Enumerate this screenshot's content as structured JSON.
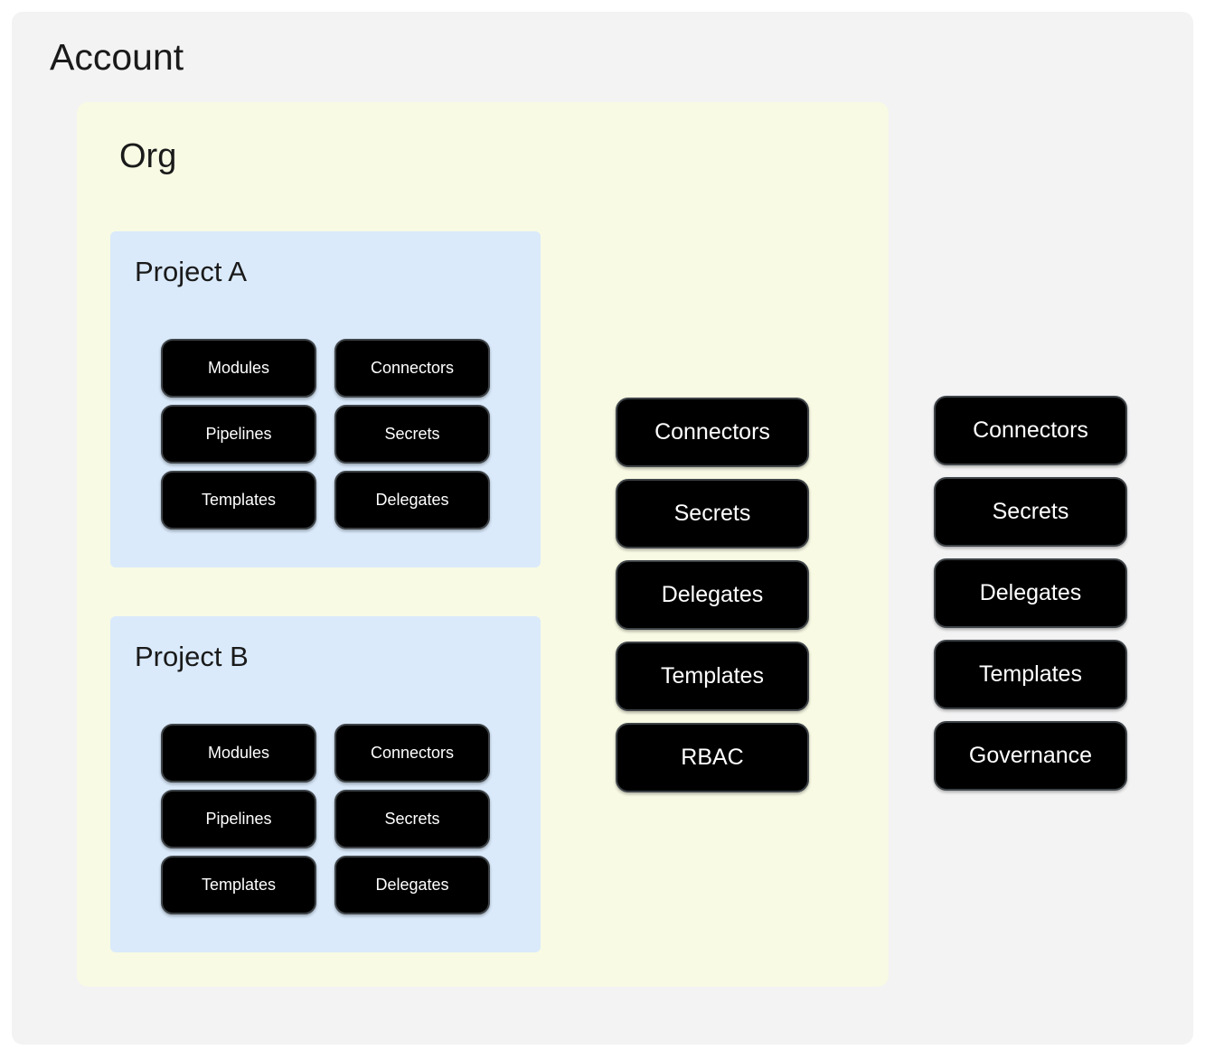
{
  "colors": {
    "page_bg": "#ffffff",
    "account_bg": "#f3f3f4",
    "org_bg": "#f8fae4",
    "project_bg": "#daeafb",
    "chip_bg": "#000000",
    "chip_border": "#3e4347",
    "chip_text": "#ffffff",
    "title_text": "#1a1a1a"
  },
  "account": {
    "label": "Account",
    "chips": [
      "Connectors",
      "Secrets",
      "Delegates",
      "Templates",
      "Governance"
    ]
  },
  "org": {
    "label": "Org",
    "chips": [
      "Connectors",
      "Secrets",
      "Delegates",
      "Templates",
      "RBAC"
    ]
  },
  "projects": [
    {
      "label": "Project A",
      "chips": [
        "Modules",
        "Connectors",
        "Pipelines",
        "Secrets",
        "Templates",
        "Delegates"
      ]
    },
    {
      "label": "Project B",
      "chips": [
        "Modules",
        "Connectors",
        "Pipelines",
        "Secrets",
        "Templates",
        "Delegates"
      ]
    }
  ]
}
